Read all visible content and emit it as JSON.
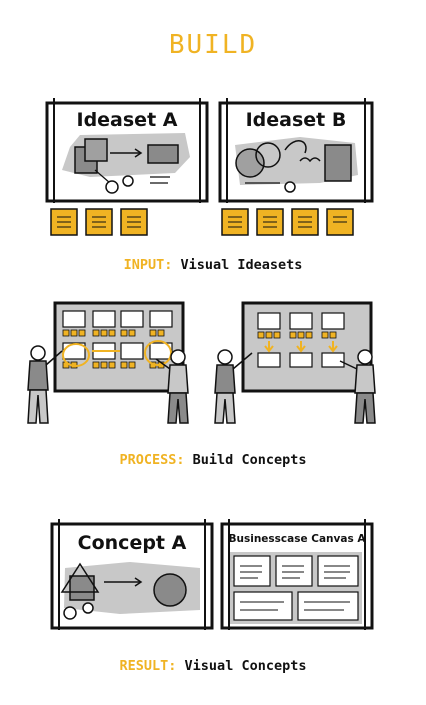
{
  "page_title": "BUILD",
  "input_stage": {
    "boards": [
      {
        "title": "Ideaset A"
      },
      {
        "title": "Ideaset B"
      }
    ],
    "caption_key": "INPUT:",
    "caption_text": " Visual Ideasets"
  },
  "process_stage": {
    "caption_key": "PROCESS:",
    "caption_text": " Build Concepts"
  },
  "result_stage": {
    "boards": [
      {
        "title": "Concept A"
      },
      {
        "title": "Businesscase Canvas A"
      }
    ],
    "caption_key": "RESULT:",
    "caption_text": " Visual Concepts"
  },
  "colors": {
    "accent": "#f0b323",
    "ink": "#111111",
    "gray": "#c8c8c8",
    "dark_gray": "#8a8a8a"
  }
}
